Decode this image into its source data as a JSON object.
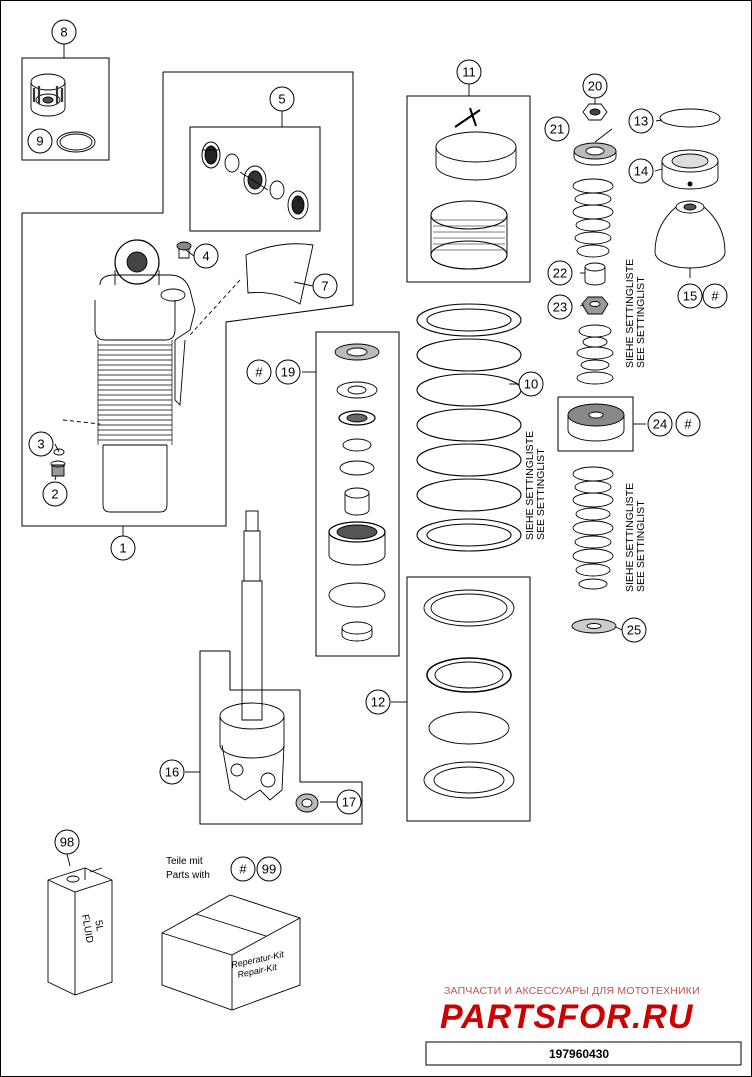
{
  "callouts": [
    {
      "id": "c1",
      "label": "1"
    },
    {
      "id": "c2",
      "label": "2"
    },
    {
      "id": "c3",
      "label": "3"
    },
    {
      "id": "c4",
      "label": "4"
    },
    {
      "id": "c5",
      "label": "5"
    },
    {
      "id": "c7",
      "label": "7"
    },
    {
      "id": "c8",
      "label": "8"
    },
    {
      "id": "c9",
      "label": "9"
    },
    {
      "id": "c10",
      "label": "10"
    },
    {
      "id": "c11",
      "label": "11"
    },
    {
      "id": "c12",
      "label": "12"
    },
    {
      "id": "c13",
      "label": "13"
    },
    {
      "id": "c14",
      "label": "14"
    },
    {
      "id": "c15",
      "label": "15"
    },
    {
      "id": "c16",
      "label": "16"
    },
    {
      "id": "c17",
      "label": "17"
    },
    {
      "id": "c19",
      "label": "19"
    },
    {
      "id": "c20",
      "label": "20"
    },
    {
      "id": "c21",
      "label": "21"
    },
    {
      "id": "c22",
      "label": "22"
    },
    {
      "id": "c23",
      "label": "23"
    },
    {
      "id": "c24",
      "label": "24"
    },
    {
      "id": "c25",
      "label": "25"
    },
    {
      "id": "c98",
      "label": "98"
    },
    {
      "id": "c99",
      "label": "99"
    }
  ],
  "hash_symbol": "#",
  "setting_list": {
    "de": "SIEHE SETTINGLISTE",
    "en": "SEE SETTINGLIST"
  },
  "parts_with": {
    "de": "Teile mit",
    "en": "Parts with"
  },
  "fluid": {
    "line1": "FLUID",
    "line2": "5L"
  },
  "repair_kit": {
    "de": "Reperatur-Kit",
    "en": "Repair-Kit"
  },
  "watermark": {
    "tagline": "ЗАПЧАСТИ И АКСЕССУАРЫ ДЛЯ МОТОТЕХНИКИ",
    "site": "PARTSFOR.RU"
  },
  "doc_number": "197960430",
  "colors": {
    "line": "#000000",
    "watermark": "#cc0000"
  }
}
